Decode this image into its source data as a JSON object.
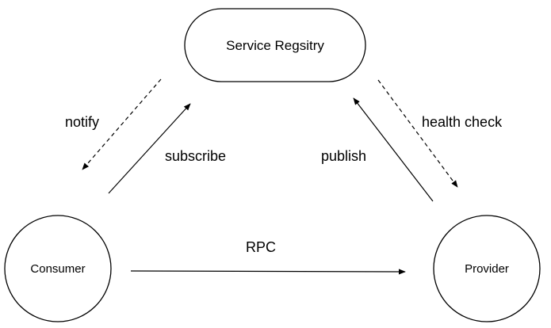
{
  "nodes": {
    "registry": {
      "label": "Service Regsitry"
    },
    "consumer": {
      "label": "Consumer"
    },
    "provider": {
      "label": "Provider"
    }
  },
  "edges": {
    "notify": {
      "label": "notify",
      "style": "dashed",
      "from": "registry",
      "to": "consumer"
    },
    "subscribe": {
      "label": "subscribe",
      "style": "solid",
      "from": "consumer",
      "to": "registry"
    },
    "publish": {
      "label": "publish",
      "style": "solid",
      "from": "provider",
      "to": "registry"
    },
    "health_check": {
      "label": "health check",
      "style": "dashed",
      "from": "registry",
      "to": "provider"
    },
    "rpc": {
      "label": "RPC",
      "style": "solid",
      "from": "consumer",
      "to": "provider"
    }
  },
  "colors": {
    "stroke": "#000000",
    "background": "#ffffff"
  }
}
